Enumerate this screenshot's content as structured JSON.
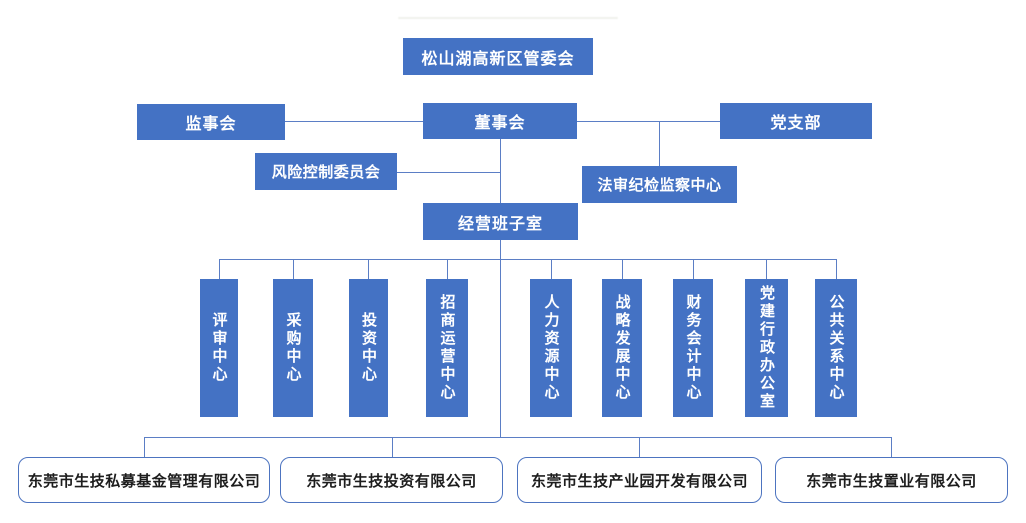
{
  "org_chart": {
    "root": "松山湖高新区管委会",
    "board_row": {
      "supervisory": "监事会",
      "board": "董事会",
      "party": "党支部"
    },
    "risk_committee": "风险控制委员会",
    "legal_center": "法审纪检监察中心",
    "management_office": "经营班子室",
    "departments": [
      "评审中心",
      "采购中心",
      "投资中心",
      "招商运营中心",
      "人力资源中心",
      "战略发展中心",
      "财务会计中心",
      "党建行政办公室",
      "公共关系中心"
    ],
    "subsidiaries": [
      "东莞市生技私募基金管理有限公司",
      "东莞市生技投资有限公司",
      "东莞市生技产业园开发有限公司",
      "东莞市生技置业有限公司"
    ],
    "colors": {
      "node_fill": "#4472C4",
      "connector": "#5B7EC5",
      "subsidiary_border": "#4d74c0",
      "node_text": "#FFFFFF",
      "subsidiary_text": "#1d1d1d"
    }
  }
}
